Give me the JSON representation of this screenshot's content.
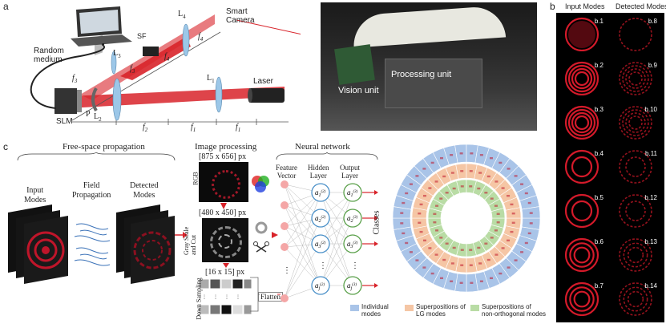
{
  "panel_a": {
    "letter": "a",
    "labels": {
      "smart_camera": [
        "Smart",
        "Camera"
      ],
      "l4": "L",
      "l4_sub": "4",
      "sf": "SF",
      "f4": "f",
      "f4_sub": "4",
      "random_medium": [
        "Random",
        "medium"
      ],
      "l3": "L",
      "l3_sub": "3",
      "f3": "f",
      "f3_sub": "3",
      "l1": "L",
      "l1_sub": "1",
      "laser": "Laser",
      "slm": "SLM",
      "p": "P",
      "l2": "L",
      "l2_sub": "2",
      "f2": "f",
      "f2_sub": "2",
      "f1": "f",
      "f1_sub": "1"
    },
    "photo_labels": {
      "vision_unit": "Vision unit",
      "processing_unit": "Processing unit"
    }
  },
  "panel_b": {
    "letter": "b",
    "headers": [
      "Input Modes",
      "Detected Modes"
    ],
    "input_labels": [
      "b.1",
      "b.2",
      "b.3",
      "b.4",
      "b.5",
      "b.6",
      "b.7"
    ],
    "detected_labels": [
      "b.8",
      "b.9",
      "b.10",
      "b.11",
      "b.12",
      "b.13",
      "b.14"
    ]
  },
  "panel_c": {
    "letter": "c",
    "free_space": {
      "title": "Free-space propagation",
      "input_modes": [
        "Input",
        "Modes"
      ],
      "field_propagation": [
        "Field",
        "Propagation"
      ],
      "detected_modes": [
        "Detected",
        "Modes"
      ]
    },
    "image_processing": {
      "title": "Image processing",
      "size1": "[875 x 656] px",
      "rgb": "RGB",
      "size2": "[480 x 450] px",
      "gray": [
        "Gray Scale",
        "and Cut"
      ],
      "size3": "[16 x 15] px",
      "down": "Down Sampling",
      "flatten": "Flatten"
    },
    "neural_network": {
      "title": "Neural network",
      "columns": [
        [
          "Feature",
          "Vector"
        ],
        [
          "Hidden",
          "Layer"
        ],
        [
          "Output",
          "Layer"
        ]
      ],
      "hidden_nodes": [
        "a",
        "a",
        "a",
        "a"
      ],
      "hidden_subs": [
        "1",
        "2",
        "3",
        "j"
      ],
      "hidden_sups": [
        "(2)",
        "(2)",
        "(2)",
        "(2)"
      ],
      "output_nodes": [
        "a",
        "a",
        "a",
        "a"
      ],
      "output_subs": [
        "1",
        "2",
        "3",
        "j"
      ],
      "output_sups": [
        "(3)",
        "(3)",
        "(3)",
        "(3)"
      ],
      "classes": "Classes"
    },
    "legend": [
      {
        "label": "Individual modes",
        "lines": [
          "Individual",
          "modes"
        ],
        "color": "#a9c4e8"
      },
      {
        "label": "Superpositions of LG modes",
        "lines": [
          "Superpositions of",
          "LG modes"
        ],
        "color": "#f5c6a5"
      },
      {
        "label": "Superpositions of non-orthogonal modes",
        "lines": [
          "Superpositions of",
          "non-orthogonal modes"
        ],
        "color": "#b9dca5"
      }
    ]
  },
  "colors": {
    "beam_red": "#d8232a",
    "lens_blue": "#9cc7e8",
    "ring_blue": "#a9c4e8",
    "ring_orange": "#f5c6a5",
    "ring_green": "#b9dca5",
    "node_pink": "#f4a6a6",
    "node_blue": "#4a90c8",
    "node_green": "#5aa04a"
  }
}
